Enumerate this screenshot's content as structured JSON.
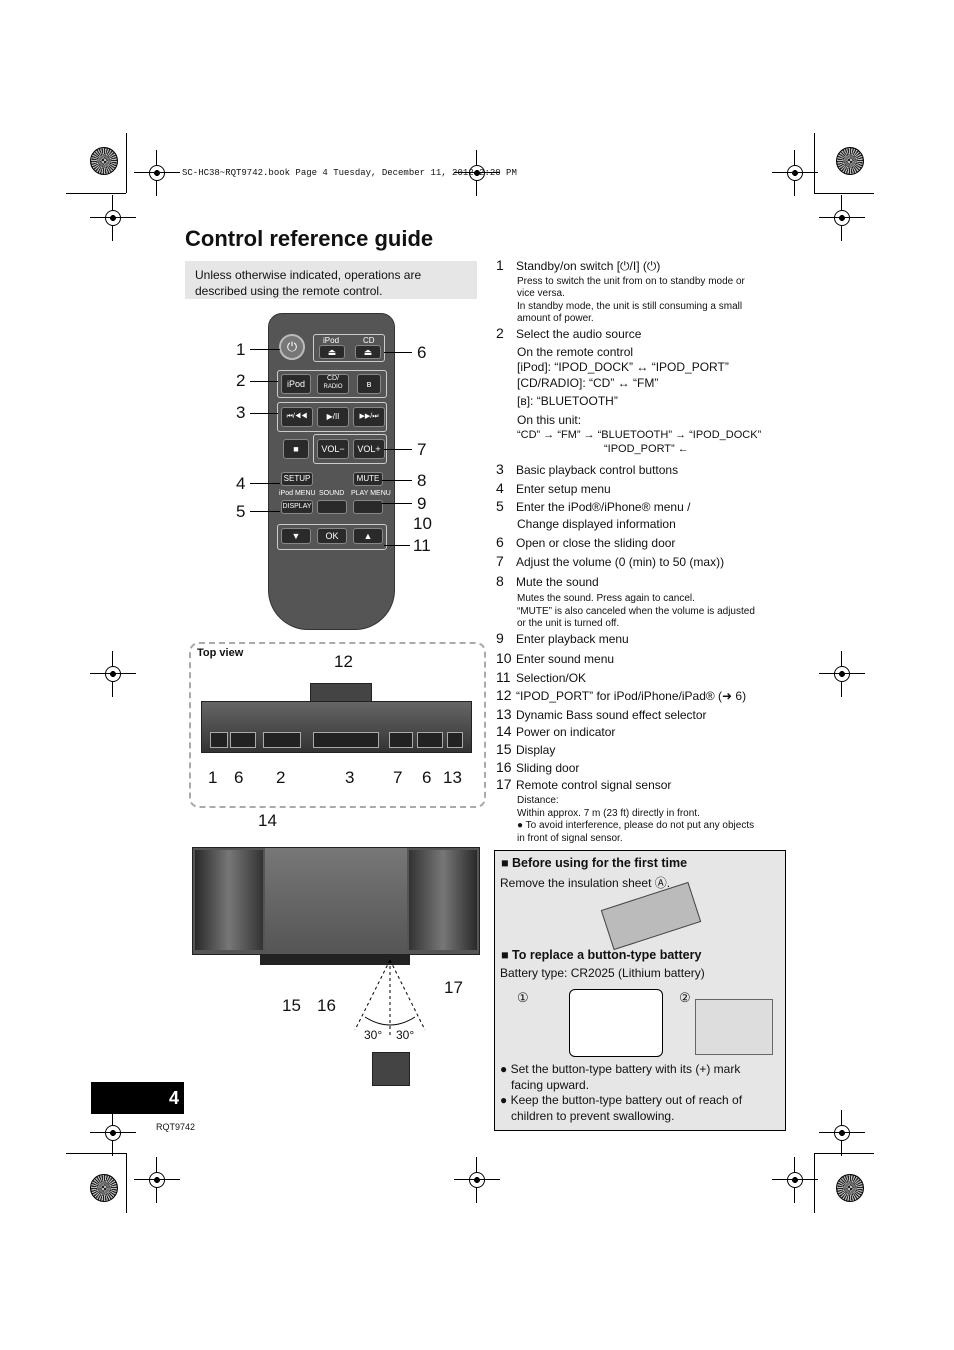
{
  "header": {
    "file_line": "SC-HC38~RQT9742.book  Page 4  Tuesday, December 11, 2012  2:20 PM"
  },
  "title": "Control reference guide",
  "intro_note": "Unless otherwise indicated, operations are described using the remote control.",
  "remote": {
    "buttons": {
      "ipod_top": "iPod",
      "cd_top": "CD",
      "eject": "⏏",
      "ipod": "iPod",
      "cd_radio_1": "CD/",
      "cd_radio_2": "RADIO",
      "bluetooth": "ʙ",
      "prev": "⏮/◀◀",
      "play": "▶/II",
      "next": "▶▶/⏭",
      "stop": "■",
      "vol_minus": "VOL−",
      "vol_plus": "VOL+",
      "setup": "SETUP",
      "mute": "MUTE",
      "ipod_menu": "iPod MENU",
      "sound": "SOUND",
      "play_menu": "PLAY MENU",
      "display": "DISPLAY",
      "down": "▼",
      "ok": "OK",
      "up": "▲"
    },
    "callouts": [
      "1",
      "2",
      "3",
      "4",
      "5",
      "6",
      "7",
      "8",
      "9",
      "10",
      "11"
    ]
  },
  "top_view": {
    "label": "Top view",
    "callout_top": "12",
    "callouts_bottom": [
      "1",
      "6",
      "2",
      "3",
      "7",
      "6",
      "13"
    ]
  },
  "front_view": {
    "callouts": [
      "14",
      "15",
      "16",
      "17"
    ],
    "angle_left": "30°",
    "angle_right": "30°"
  },
  "list": [
    {
      "n": "1",
      "text": "Standby/on switch [⏻/I] (⏻)",
      "subs": [
        "Press to switch the unit from on to standby mode or",
        "vice versa.",
        "In standby mode, the unit is still consuming a small",
        "amount of power."
      ]
    },
    {
      "n": "2",
      "text": "Select the audio source",
      "lines": [
        "On the remote control",
        "[iPod]: “IPOD_DOCK” ↔ “IPOD_PORT”",
        "[CD/RADIO]: “CD” ↔ “FM”",
        "[ʙ]: “BLUETOOTH”",
        "On this unit:"
      ],
      "flow1": "“CD” → “FM” → “BLUETOOTH” → “IPOD_DOCK”",
      "flow2": "“IPOD_PORT” ←"
    },
    {
      "n": "3",
      "text": "Basic playback control buttons"
    },
    {
      "n": "4",
      "text": "Enter setup menu"
    },
    {
      "n": "5",
      "text": "Enter the iPod®/iPhone® menu /",
      "text2": "Change displayed information"
    },
    {
      "n": "6",
      "text": "Open or close the sliding door"
    },
    {
      "n": "7",
      "text": "Adjust the volume (0 (min) to 50 (max))"
    },
    {
      "n": "8",
      "text": "Mute the sound",
      "subs": [
        "Mutes the sound. Press again to cancel.",
        "“MUTE” is also canceled when the volume is adjusted",
        "or the unit is turned off."
      ]
    },
    {
      "n": "9",
      "text": "Enter playback menu"
    },
    {
      "n": "10",
      "text": "Enter sound menu"
    },
    {
      "n": "11",
      "text": "Selection/OK"
    },
    {
      "n": "12",
      "text": "“IPOD_PORT” for iPod/iPhone/iPad® (➜ 6)"
    },
    {
      "n": "13",
      "text": "Dynamic Bass sound effect selector"
    },
    {
      "n": "14",
      "text": "Power on indicator"
    },
    {
      "n": "15",
      "text": "Display"
    },
    {
      "n": "16",
      "text": "Sliding door"
    },
    {
      "n": "17",
      "text": "Remote control signal sensor",
      "subs": [
        "Distance:",
        "Within approx. 7 m (23 ft) directly in front.",
        "● To avoid interference, please do not put any objects",
        "in front of signal sensor."
      ]
    }
  ],
  "battery_panel": {
    "heading1": "■   Before using for the first time",
    "text1": "Remove the insulation sheet Ⓐ.",
    "heading2": "■   To replace a button-type battery",
    "text2": "Battery type: CR2025 (Lithium battery)",
    "step1": "①",
    "step2": "②",
    "bullet1a": "● Set the button-type battery with its (+) mark",
    "bullet1b": "facing upward.",
    "bullet2a": "● Keep the button-type battery out of reach of",
    "bullet2b": "children to prevent swallowing."
  },
  "page_number": "4",
  "doc_code": "RQT9742",
  "colors": {
    "remote_body": "#555555",
    "tab_black": "#000000",
    "panel_bg": "#e6e6e6"
  }
}
